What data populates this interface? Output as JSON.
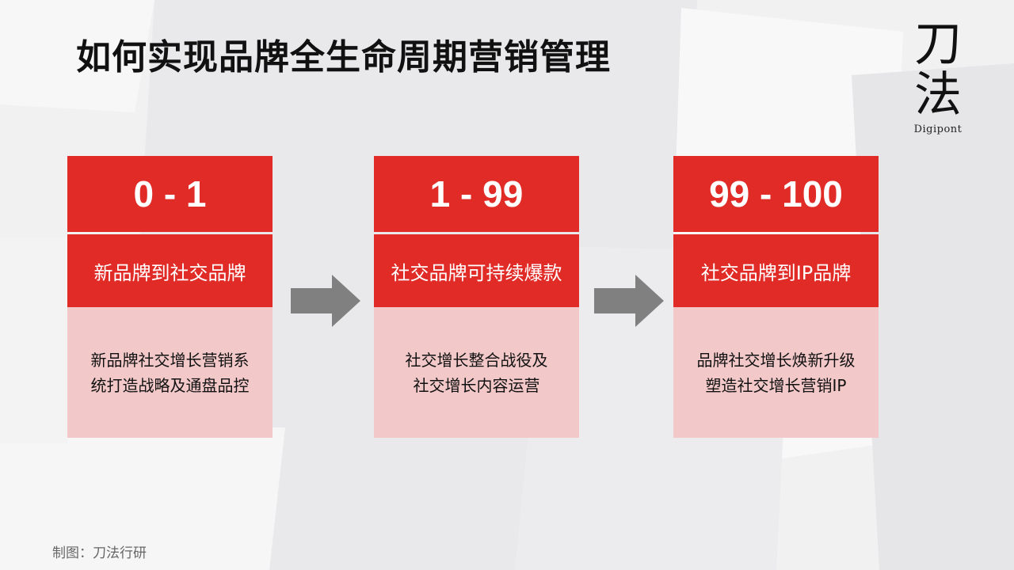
{
  "title": "如何实现品牌全生命周期营销管理",
  "logo": {
    "char1": "刀",
    "char2": "法",
    "sub": "Digipont"
  },
  "stages": [
    {
      "range": "0 - 1",
      "subtitle": "新品牌到社交品牌",
      "desc_lines": [
        "新品牌社交增长营销系",
        "统打造战略及通盘品控"
      ]
    },
    {
      "range": "1 - 99",
      "subtitle": "社交品牌可持续爆款",
      "desc_lines": [
        "社交增长整合战役及",
        "社交增长内容运营"
      ]
    },
    {
      "range": "99 - 100",
      "subtitle": "社交品牌到IP品牌",
      "desc_lines": [
        "品牌社交增长焕新升级",
        "塑造社交增长营销IP"
      ]
    }
  ],
  "credit": "制图：刀法行研",
  "colors": {
    "accent_red": "#e02b27",
    "pale_red": "#f2c8c9",
    "arrow_gray": "#808080",
    "background": "#f1f1f2"
  },
  "icons": [
    "right-arrow-icon",
    "right-arrow-icon"
  ]
}
